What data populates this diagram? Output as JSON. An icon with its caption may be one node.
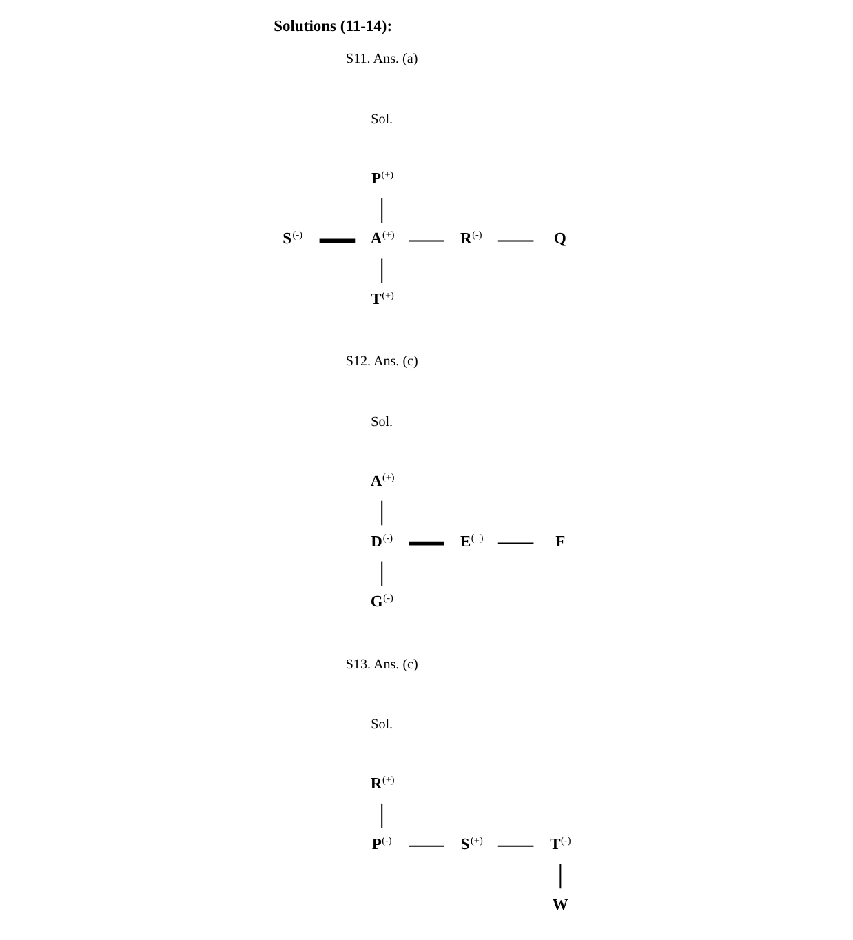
{
  "diagram": {
    "title": "Solutions (11-14):",
    "nodes": [
      {
        "text": [
          "P"
        ],
        "beside": [
          "(+)"
        ]
      },
      {
        "text": [
          "S"
        ],
        "beside": [
          "(-)"
        ]
      },
      {
        "text": [
          "A"
        ],
        "beside": [
          "(+)"
        ]
      },
      {
        "text": [
          "R"
        ],
        "beside": [
          "(-)"
        ]
      },
      {
        "text": [
          "Q"
        ]
      },
      {
        "text": [
          "T"
        ],
        "beside": [
          "(+)"
        ]
      },
      {
        "text": [
          "A"
        ],
        "beside": [
          "(+)"
        ]
      },
      {
        "text": [
          "D"
        ],
        "beside": [
          "(-)"
        ]
      },
      {
        "text": [
          "E"
        ],
        "beside": [
          "(+)"
        ]
      },
      {
        "text": [
          "F"
        ]
      },
      {
        "text": [
          "G"
        ],
        "beside": [
          "(-)"
        ]
      },
      {
        "text": [
          "R"
        ],
        "beside": [
          "(+)"
        ]
      },
      {
        "text": [
          "P"
        ],
        "beside": [
          "(-)"
        ]
      },
      {
        "text": [
          "S"
        ],
        "beside": [
          "(+)"
        ]
      },
      {
        "text": [
          "T"
        ],
        "beside": [
          "(-)"
        ]
      },
      {
        "text": [
          "W"
        ]
      }
    ],
    "edges": [
      {
        "from": 0,
        "to": 2,
        "arrow": "none"
      },
      {
        "from": 1,
        "to": 2,
        "arrow": "none",
        "style": "thick"
      },
      {
        "from": 2,
        "to": 3,
        "arrow": "none"
      },
      {
        "from": 3,
        "to": 4,
        "arrow": "none"
      },
      {
        "from": 2,
        "to": 5,
        "arrow": "none"
      },
      {
        "from": 6,
        "to": 7,
        "arrow": "none"
      },
      {
        "from": 7,
        "to": 8,
        "arrow": "none",
        "style": "thick"
      },
      {
        "from": 8,
        "to": 9,
        "arrow": "none"
      },
      {
        "from": 7,
        "to": 10,
        "arrow": "none"
      },
      {
        "from": 11,
        "to": 12,
        "arrow": "none"
      },
      {
        "from": 12,
        "to": 13,
        "arrow": "none"
      },
      {
        "from": 13,
        "to": 14,
        "arrow": "none"
      },
      {
        "from": 14,
        "to": 15,
        "arrow": "none"
      }
    ],
    "labels": [
      "S11. Ans. (a)",
      "Sol.",
      "S12. Ans. (c)",
      "Sol.",
      "S13. Ans. (c)",
      "Sol."
    ]
  }
}
